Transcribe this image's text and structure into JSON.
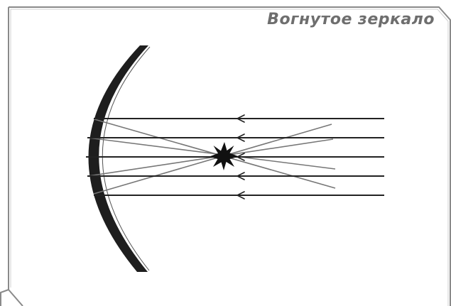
{
  "title": "Вогнутое зеркало",
  "colors": {
    "frame": "#8a8a8a",
    "title": "#6e6e6e",
    "mirror": "#1e1e1e",
    "ray": "#222222",
    "reflected_ray": "#777777",
    "source": "#111111"
  },
  "icons": {
    "source": "star-burst-icon",
    "direction": "arrow-left-icon"
  },
  "incoming_rays": 5,
  "reflected_rays": 4
}
